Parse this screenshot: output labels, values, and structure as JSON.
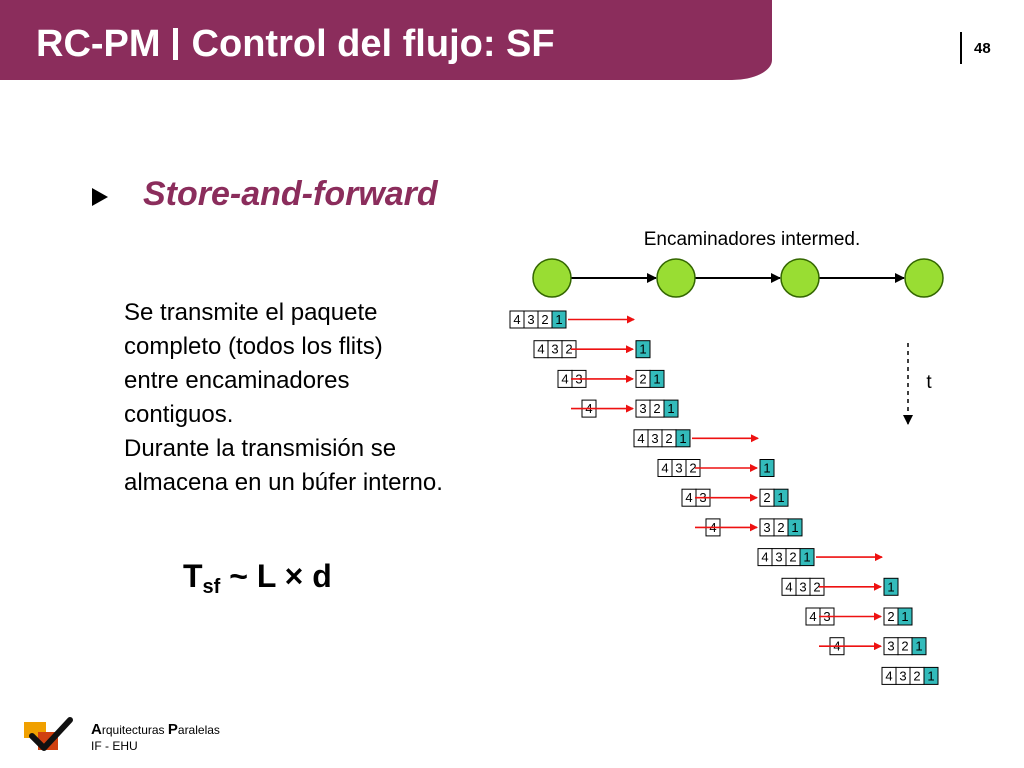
{
  "header": {
    "title_left": "RC-PM",
    "title_right": "Control del flujo: SF",
    "page_number": "48"
  },
  "section": {
    "subtitle": "Store-and-forward"
  },
  "description": {
    "lines": [
      "Se transmite el paquete",
      "completo (todos los flits)",
      "entre encaminadores",
      "contiguos.",
      "Durante la transmisión se",
      "almacena en un búfer interno."
    ]
  },
  "formula": {
    "base": "T",
    "subscript": "sf",
    "rest": " ~ L × d"
  },
  "diagram": {
    "label": "Encaminadores intermed.",
    "time_label": "t",
    "router_count": 4,
    "rows": [
      {
        "left": [
          "4",
          "3",
          "2",
          "1"
        ],
        "right": [],
        "arrow": "out"
      },
      {
        "left": [
          "4",
          "3",
          "2"
        ],
        "right": [
          "1"
        ],
        "arrow": "in"
      },
      {
        "left": [
          "4",
          "3"
        ],
        "right": [
          "2",
          "1"
        ],
        "arrow": "in"
      },
      {
        "left": [
          "4"
        ],
        "right": [
          "3",
          "2",
          "1"
        ],
        "arrow": "in"
      },
      {
        "left": [
          "4",
          "3",
          "2",
          "1"
        ],
        "right": [],
        "arrow": "out"
      },
      {
        "left": [
          "4",
          "3",
          "2"
        ],
        "right": [
          "1"
        ],
        "arrow": "in"
      },
      {
        "left": [
          "4",
          "3"
        ],
        "right": [
          "2",
          "1"
        ],
        "arrow": "in"
      },
      {
        "left": [
          "4"
        ],
        "right": [
          "3",
          "2",
          "1"
        ],
        "arrow": "in"
      },
      {
        "left": [
          "4",
          "3",
          "2",
          "1"
        ],
        "right": [],
        "arrow": "out"
      },
      {
        "left": [
          "4",
          "3",
          "2"
        ],
        "right": [
          "1"
        ],
        "arrow": "in"
      },
      {
        "left": [
          "4",
          "3"
        ],
        "right": [
          "2",
          "1"
        ],
        "arrow": "in"
      },
      {
        "left": [
          "4"
        ],
        "right": [
          "3",
          "2",
          "1"
        ],
        "arrow": "in"
      },
      {
        "left": [
          "4",
          "3",
          "2",
          "1"
        ],
        "right": [],
        "arrow": "none"
      }
    ],
    "colors": {
      "router_fill": "#99dd33",
      "router_stroke": "#336600",
      "head_flit": "#33bbbb",
      "arrow": "#ee1111"
    }
  },
  "footer": {
    "line1_a_big": "A",
    "line1_a_rest": "rquitecturas ",
    "line1_p_big": "P",
    "line1_p_rest": "aralelas",
    "line2": "IF - EHU"
  }
}
